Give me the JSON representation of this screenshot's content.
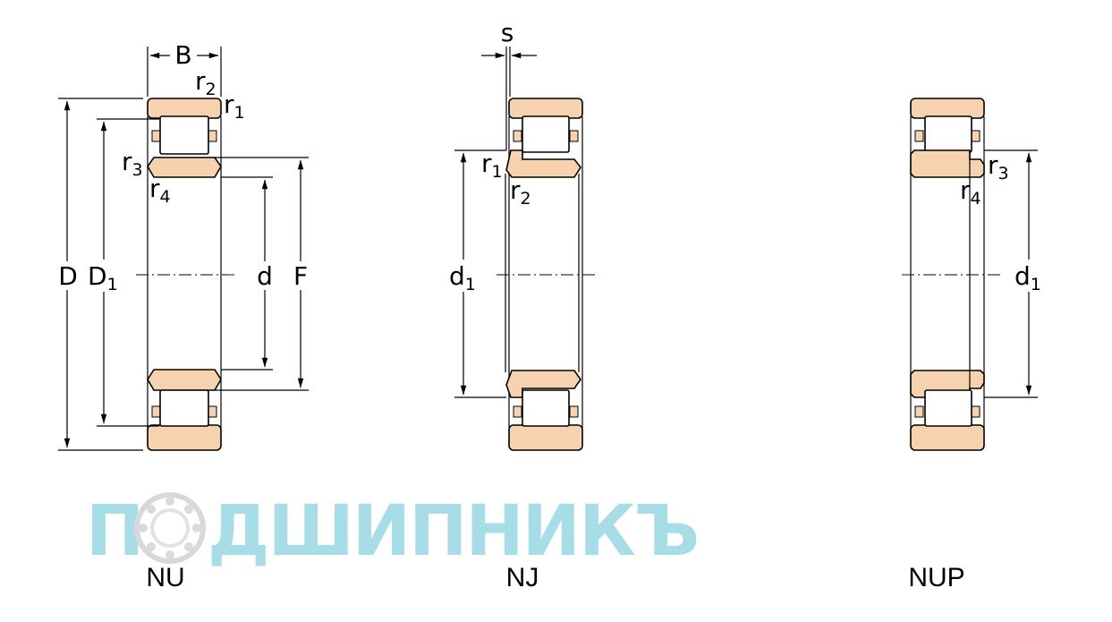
{
  "watermark": {
    "text_left": "П",
    "text_right": "ДШИПНИКЪ",
    "logo": "bearing-logo"
  },
  "labels": {
    "B": "B",
    "D": "D",
    "D1_main": "D",
    "D1_sub": "1",
    "d": "d",
    "F": "F",
    "s": "s",
    "r": "r",
    "r1_sub": "1",
    "r2_sub": "2",
    "r3_sub": "3",
    "r4_sub": "4",
    "d1_main": "d",
    "d1_sub": "1"
  },
  "captions": {
    "nu": "NU",
    "nj": "NJ",
    "nup": "NUP"
  },
  "colors": {
    "ring": "#F7D2AE",
    "line": "#000000",
    "watermark": "#A6DDE6"
  }
}
